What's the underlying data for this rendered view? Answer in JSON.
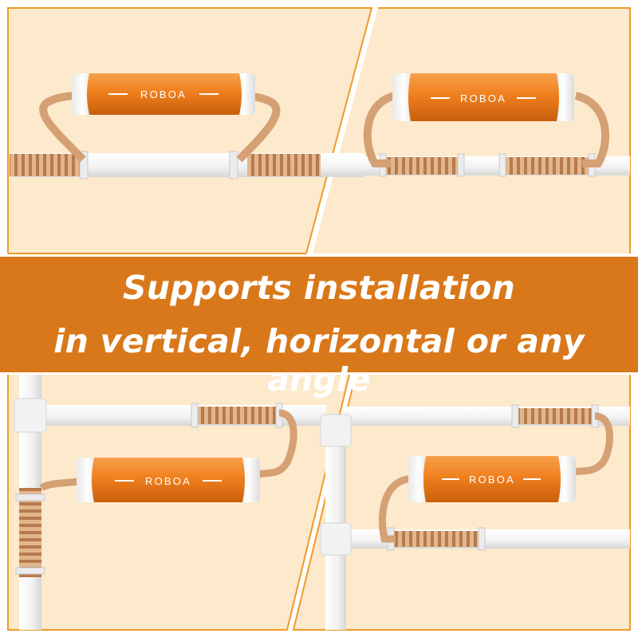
{
  "banner": {
    "line1": "Supports installation",
    "line2": "in vertical, horizontal or any angle"
  },
  "brand_label": "ROBOA",
  "panels": [
    {
      "id": "top-left",
      "brand": "ROBOA"
    },
    {
      "id": "top-right",
      "brand": "ROBOA"
    },
    {
      "id": "bottom-left",
      "brand": "ROBOA"
    },
    {
      "id": "bottom-right",
      "brand": "ROBOA"
    }
  ],
  "colors": {
    "panel_background": "#fde9cc",
    "banner": "#d9781a",
    "accent_line": "#ef9a2a",
    "device_orange": "#f0801e",
    "pipe": "#f3f3f3",
    "copper": "#d9a57a"
  }
}
